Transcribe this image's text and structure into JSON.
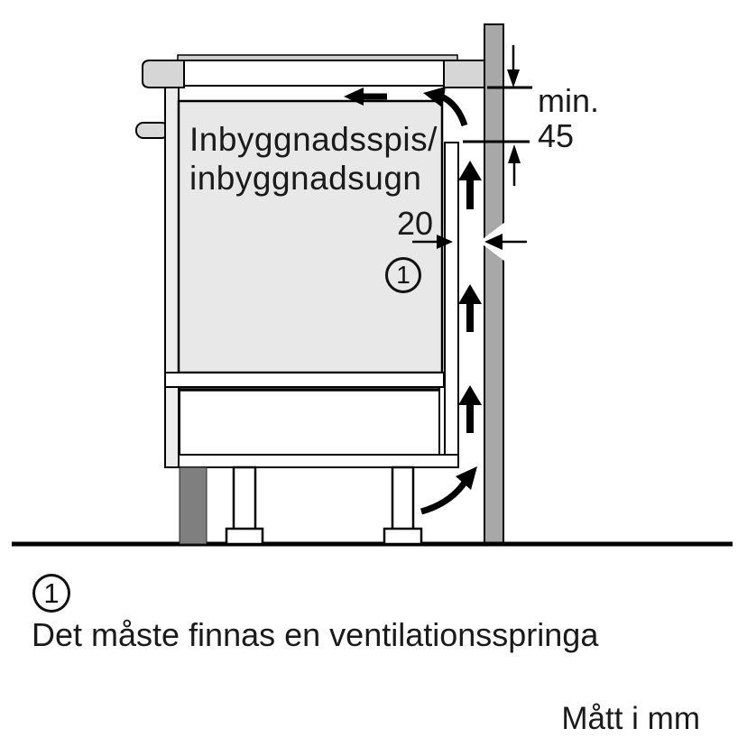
{
  "diagram": {
    "appliance_label": {
      "line1": "Inbyggnadsspis/",
      "line2": "inbyggnadsugn"
    },
    "top_clearance_dimension": {
      "prefix": "min.",
      "value": "45"
    },
    "rear_gap_dimension": {
      "value": "20"
    },
    "callout": {
      "marker": "1"
    }
  },
  "legend": {
    "marker": "1",
    "note": "Det måste finnas en ventilationsspringa"
  },
  "footer": {
    "units_note": "Mått i mm"
  },
  "colors": {
    "outline": "#000000",
    "wall_fill": "#a8a8a8",
    "appliance_fill": "#e8e8e8",
    "countertop_fill": "#d6d6d6",
    "side_panel_fill": "#ededed",
    "plinth_fill": "#7f7f7f",
    "background": "#ffffff"
  },
  "icons": {
    "airflow-arrow-up-icon": "solid upward airflow arrow",
    "airflow-arrow-left-icon": "solid leftward airflow arrow",
    "airflow-curve-top-icon": "curved airflow arrow turning left under worktop",
    "airflow-curve-bottom-icon": "curved airflow arrow turning up behind plinth",
    "dimension-arrow-icon": "thin dimension arrow with tick lines"
  }
}
